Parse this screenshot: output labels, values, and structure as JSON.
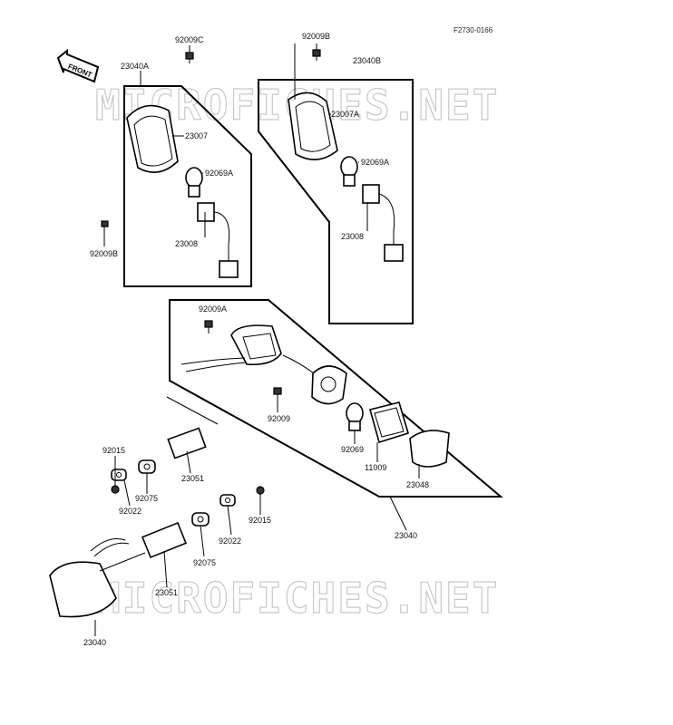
{
  "figure_code": "F2730-0166",
  "front_badge": "FRONT",
  "watermark": "MICROFICHES.NET",
  "labels": {
    "l23040A": "23040A",
    "l92009C": "92009C",
    "l23007": "23007",
    "l92069A_1": "92069A",
    "l92009B_1": "92009B",
    "l23008_1": "23008",
    "l92009B_2": "92009B",
    "l23040B": "23040B",
    "l23007A": "23007A",
    "l92069A_2": "92069A",
    "l23008_2": "23008",
    "l92009A": "92009A",
    "l92009": "92009",
    "l92069": "92069",
    "l11009": "11009",
    "l23048": "23048",
    "l23040_main": "23040",
    "l92015_1": "92015",
    "l92075_1": "92075",
    "l92022_1": "92022",
    "l23051_1": "23051",
    "l92015_2": "92015",
    "l92022_2": "92022",
    "l92075_2": "92075",
    "l23051_2": "23051",
    "l23040_bottom": "23040"
  }
}
